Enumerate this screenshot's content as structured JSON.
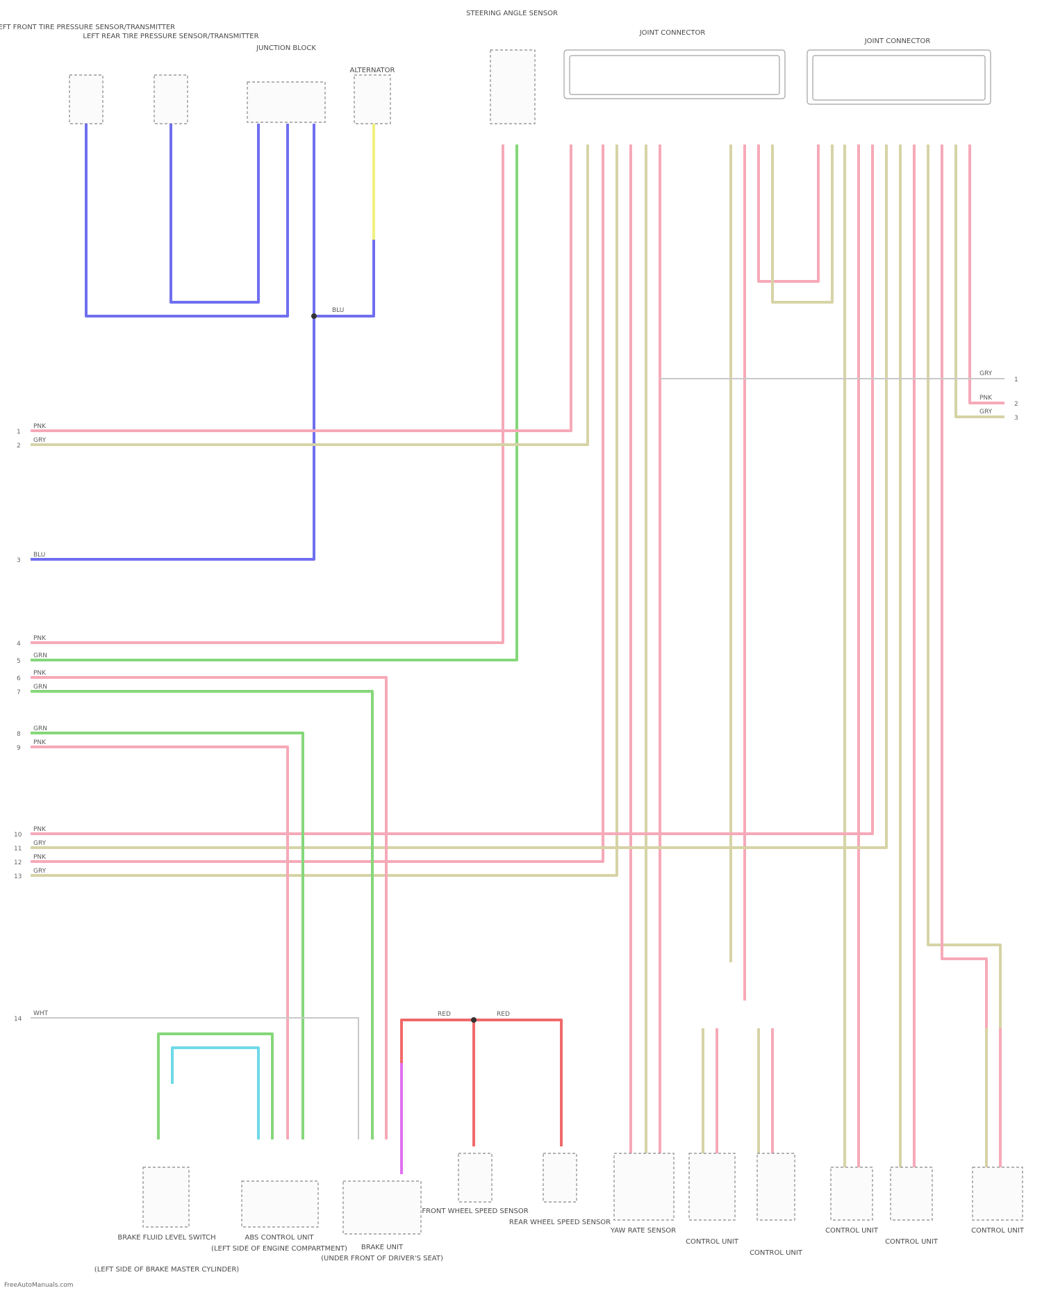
{
  "components_top": [
    {
      "id": "lf-wheel-sensor",
      "label": "LEFT FRONT TIRE PRESSURE SENSOR/TRANSMITTER"
    },
    {
      "id": "lr-wheel-sensor",
      "label": "LEFT REAR TIRE PRESSURE SENSOR/TRANSMITTER"
    },
    {
      "id": "junction-block",
      "label": "JUNCTION BLOCK"
    },
    {
      "id": "alternator",
      "label": "ALTERNATOR"
    },
    {
      "id": "steering-sensor",
      "label": "STEERING ANGLE SENSOR"
    },
    {
      "id": "joint-connector-1",
      "label": "JOINT CONNECTOR"
    },
    {
      "id": "joint-connector-2",
      "label": "JOINT CONNECTOR"
    }
  ],
  "components_bottom": [
    {
      "id": "brake-fluid-switch",
      "label": "BRAKE FLUID LEVEL SWITCH",
      "sub": "(LEFT SIDE OF BRAKE MASTER CYLINDER)"
    },
    {
      "id": "abs-unit",
      "label": "ABS CONTROL UNIT",
      "sub": "(LEFT SIDE OF ENGINE COMPARTMENT)"
    },
    {
      "id": "brake-unit",
      "label": "BRAKE UNIT",
      "sub": "(UNDER FRONT OF DRIVER'S SEAT)"
    },
    {
      "id": "front-speed-sensor",
      "label": "FRONT WHEEL SPEED SENSOR",
      "sub": ""
    },
    {
      "id": "rear-speed-sensor",
      "label": "REAR WHEEL SPEED SENSOR",
      "sub": ""
    },
    {
      "id": "yaw-sensor",
      "label": "YAW RATE SENSOR",
      "sub": ""
    },
    {
      "id": "side-impact-1",
      "label": "CONTROL UNIT",
      "sub": ""
    },
    {
      "id": "side-impact-2",
      "label": "CONTROL UNIT",
      "sub": ""
    },
    {
      "id": "control-unit-1",
      "label": "CONTROL UNIT",
      "sub": ""
    },
    {
      "id": "control-unit-2",
      "label": "CONTROL UNIT",
      "sub": ""
    },
    {
      "id": "control-unit-3",
      "label": "CONTROL UNIT",
      "sub": ""
    }
  ],
  "wire_labels": {
    "blu_junction": "BLU",
    "left_codes": [
      "PNK",
      "GRY",
      "BLU",
      "PNK",
      "GRN",
      "PNK",
      "GRN",
      "GRN",
      "PNK",
      "PNK",
      "GRY",
      "PNK",
      "GRY",
      "WHT"
    ],
    "red_splice": [
      "RED",
      "RED"
    ],
    "right_codes": [
      "GRY",
      "PNK",
      "GRY"
    ]
  },
  "left_terminal_numbers": [
    "1",
    "2",
    "3",
    "4",
    "5",
    "6",
    "7",
    "8",
    "9",
    "10",
    "11",
    "12",
    "13",
    "14"
  ],
  "right_terminal_numbers": [
    "1",
    "2",
    "3"
  ],
  "colors": {
    "blue": "#6f6ff0",
    "pink": "#f6a9b8",
    "green": "#86d77a",
    "beige": "#d6d3a6",
    "yellow": "#f0f080",
    "red": "#f06a6a",
    "cyan": "#6fd9e8",
    "magenta": "#e070f0",
    "gray": "#c8c8c8"
  },
  "footer": "FreeAutoManuals.com"
}
